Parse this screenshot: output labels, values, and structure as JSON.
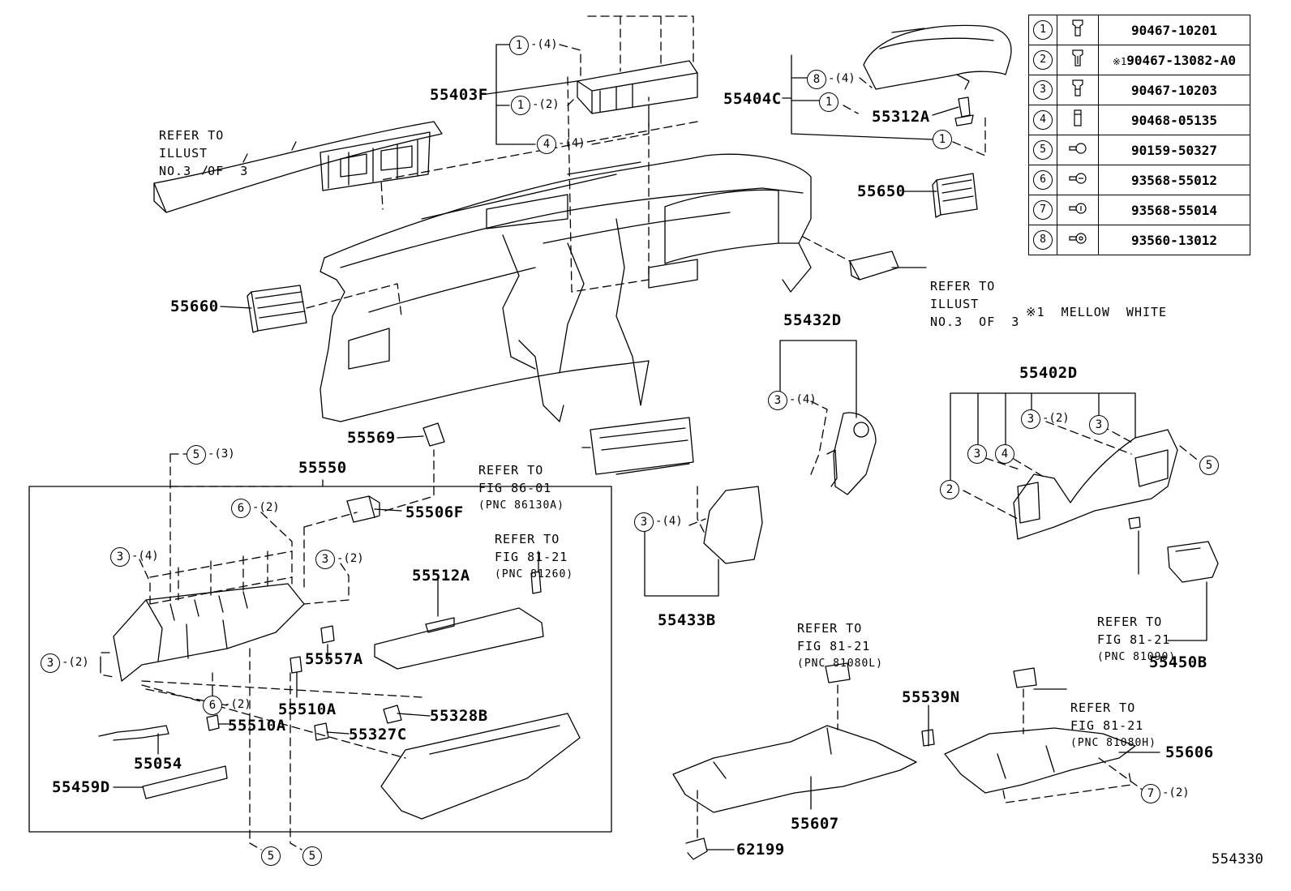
{
  "labels": {
    "p55403F": "55403F",
    "p55404C": "55404C",
    "p55312A": "55312A",
    "p55650": "55650",
    "p55660": "55660",
    "p55432D": "55432D",
    "p55402D": "55402D",
    "p55569": "55569",
    "p55550": "55550",
    "p55506F": "55506F",
    "p55512A": "55512A",
    "p55433B": "55433B",
    "p55557A": "55557A",
    "p55510A_1": "55510A",
    "p55510A_2": "55510A",
    "p55328B": "55328B",
    "p55327C": "55327C",
    "p55054": "55054",
    "p55459D": "55459D",
    "p55450B": "55450B",
    "p55539N": "55539N",
    "p55606": "55606",
    "p55607": "55607",
    "p62199": "62199",
    "diagram_code": "554330"
  },
  "refs": {
    "r1": {
      "l1": "REFER TO",
      "l2": "ILLUST",
      "l3": "NO.3  OF  3"
    },
    "r2": {
      "l1": "REFER TO",
      "l2": "ILLUST",
      "l3": "NO.3  OF  3"
    },
    "r3": {
      "l1": "REFER TO",
      "l2": "FIG 86-01",
      "l3": "(PNC 86130A)"
    },
    "r4": {
      "l1": "REFER TO",
      "l2": "FIG 81-21",
      "l3": "(PNC 81260)"
    },
    "r5": {
      "l1": "REFER TO",
      "l2": "FIG 81-21",
      "l3": "(PNC 81080L)"
    },
    "r6": {
      "l1": "REFER TO",
      "l2": "FIG 81-21",
      "l3": "(PNC 81090)"
    },
    "r7": {
      "l1": "REFER TO",
      "l2": "FIG 81-21",
      "l3": "(PNC 81080H)"
    }
  },
  "note": "※1  MELLOW  WHITE",
  "parts_table": [
    {
      "num": "1",
      "mark": "",
      "part": "90467-10201"
    },
    {
      "num": "2",
      "mark": "※1",
      "part": "90467-13082-A0"
    },
    {
      "num": "3",
      "mark": "",
      "part": "90467-10203"
    },
    {
      "num": "4",
      "mark": "",
      "part": "90468-05135"
    },
    {
      "num": "5",
      "mark": "",
      "part": "90159-50327"
    },
    {
      "num": "6",
      "mark": "",
      "part": "93568-55012"
    },
    {
      "num": "7",
      "mark": "",
      "part": "93568-55014"
    },
    {
      "num": "8",
      "mark": "",
      "part": "93560-13012"
    }
  ],
  "callouts": [
    {
      "n": "1",
      "q": "-(4)"
    },
    {
      "n": "1",
      "q": "-(2)"
    },
    {
      "n": "4",
      "q": "-(4)"
    },
    {
      "n": "8",
      "q": "-(4)"
    },
    {
      "n": "1",
      "q": ""
    },
    {
      "n": "1",
      "q": ""
    },
    {
      "n": "3",
      "q": "-(4)"
    },
    {
      "n": "3",
      "q": "-(2)"
    },
    {
      "n": "3",
      "q": ""
    },
    {
      "n": "3",
      "q": ""
    },
    {
      "n": "4",
      "q": ""
    },
    {
      "n": "2",
      "q": ""
    },
    {
      "n": "5",
      "q": ""
    },
    {
      "n": "5",
      "q": "-(3)"
    },
    {
      "n": "6",
      "q": "-(2)"
    },
    {
      "n": "3",
      "q": "-(4)"
    },
    {
      "n": "3",
      "q": "-(2)"
    },
    {
      "n": "3",
      "q": "-(2)"
    },
    {
      "n": "6",
      "q": "-(2)"
    },
    {
      "n": "3",
      "q": "-(4)"
    },
    {
      "n": "5",
      "q": ""
    },
    {
      "n": "5",
      "q": ""
    },
    {
      "n": "7",
      "q": "-(2)"
    }
  ]
}
